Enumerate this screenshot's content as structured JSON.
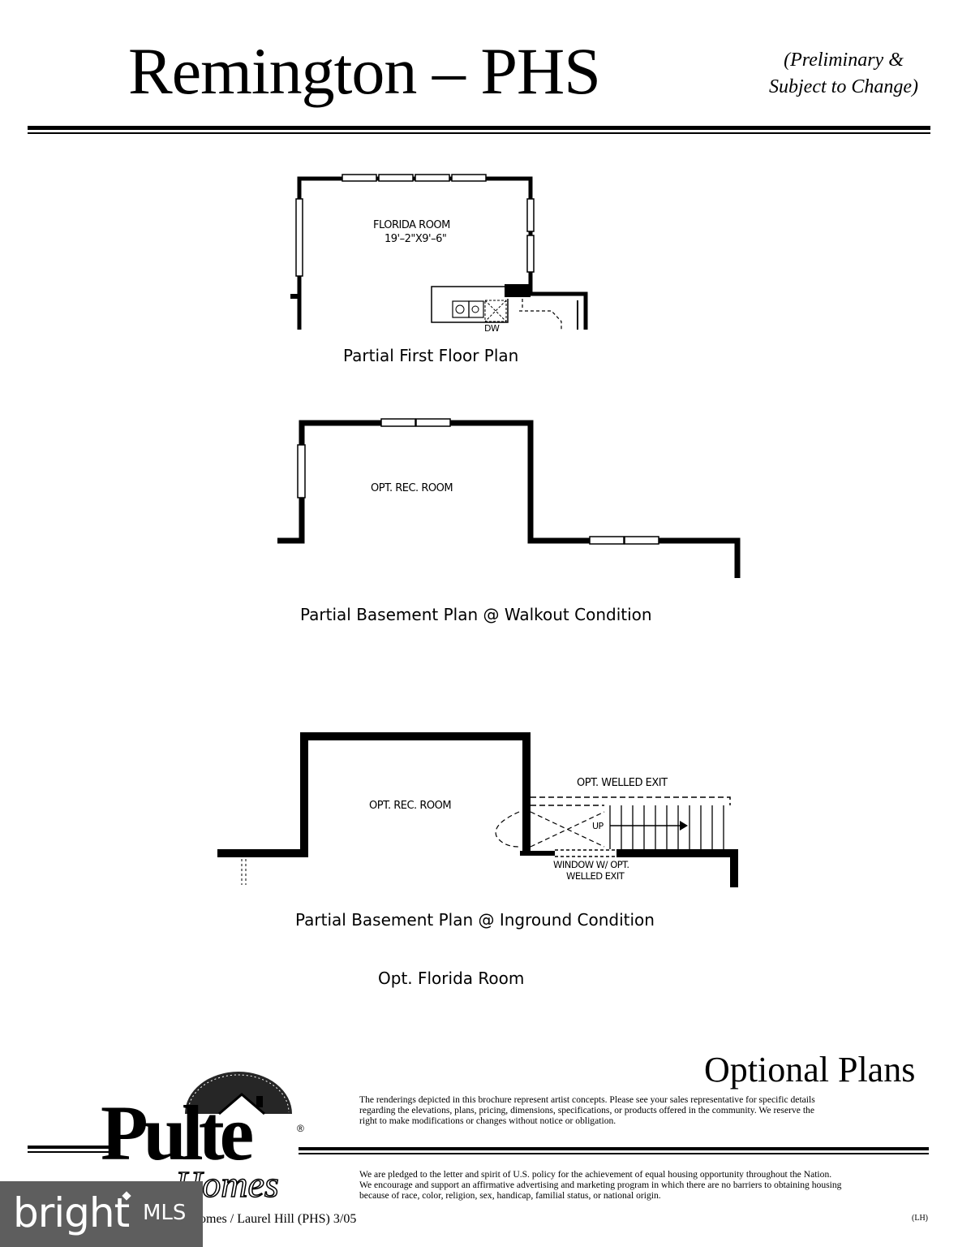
{
  "header": {
    "title": "Remington – PHS",
    "note_line1": "(Preliminary &",
    "note_line2": "Subject to Change)"
  },
  "plans": {
    "first_floor": {
      "room_name": "FLORIDA ROOM",
      "room_size": "19'–2\"X9'–6\"",
      "dishwasher_label": "DW",
      "caption": "Partial First Floor Plan"
    },
    "walkout": {
      "room_name": "OPT. REC. ROOM",
      "caption": "Partial Basement Plan @ Walkout Condition"
    },
    "inground": {
      "room_name": "OPT. REC. ROOM",
      "welled_exit_label": "OPT. WELLED EXIT",
      "up_label": "UP",
      "window_label_line1": "WINDOW W/ OPT.",
      "window_label_line2": "WELLED EXIT",
      "caption": "Partial Basement Plan @ Inground Condition"
    },
    "section_caption": "Opt. Florida Room"
  },
  "footer": {
    "heading": "Optional Plans",
    "disclaimer": "The renderings depicted in this brochure represent artist concepts.  Please see your sales representative for specific details\nregarding the elevations, plans, pricing, dimensions, specifications, or products offered in the community.  We reserve the\nright to make modifications or changes without notice or obligation.",
    "equal_housing": "We are pledged to the letter and spirit of U.S. policy for the achievement of equal housing opportunity throughout the Nation.\nWe encourage and support an affirmative advertising and marketing program in which there are no barriers to obtaining housing\nbecause of race, color, religion, sex, handicap, familial status, or national origin.",
    "credit": "omes  /  Laurel Hill (PHS) 3/05",
    "page_code": "(LH)"
  },
  "logo": {
    "brand": "Pulte",
    "script": "Homes",
    "registered": "®"
  },
  "watermark": {
    "word": "bright",
    "suffix": "MLS"
  }
}
